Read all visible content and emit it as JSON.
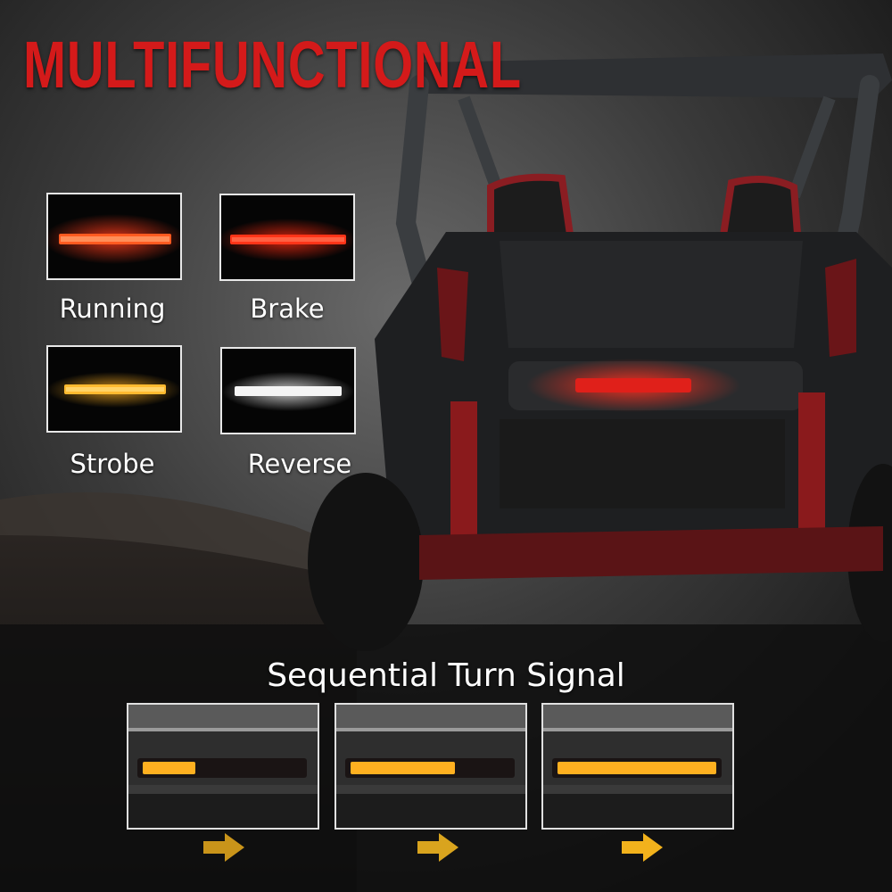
{
  "title": "MULTIFUNCTIONAL",
  "modes": [
    {
      "label": "Running",
      "color": "#ff3a1a"
    },
    {
      "label": "Brake",
      "color": "#ff2a10"
    },
    {
      "label": "Strobe",
      "color": "#ffb020"
    },
    {
      "label": "Reverse",
      "color": "#ffffff"
    }
  ],
  "sequential": {
    "title": "Sequential Turn Signal",
    "steps": [
      {
        "lit_fraction": 0.33,
        "arrow_color": "#c9941a"
      },
      {
        "lit_fraction": 0.66,
        "arrow_color": "#d9a41e"
      },
      {
        "lit_fraction": 1.0,
        "arrow_color": "#f2b21c"
      }
    ]
  },
  "colors": {
    "title": "#d41a1a",
    "amber": "#ffb020",
    "tail_red": "#e0201a"
  }
}
